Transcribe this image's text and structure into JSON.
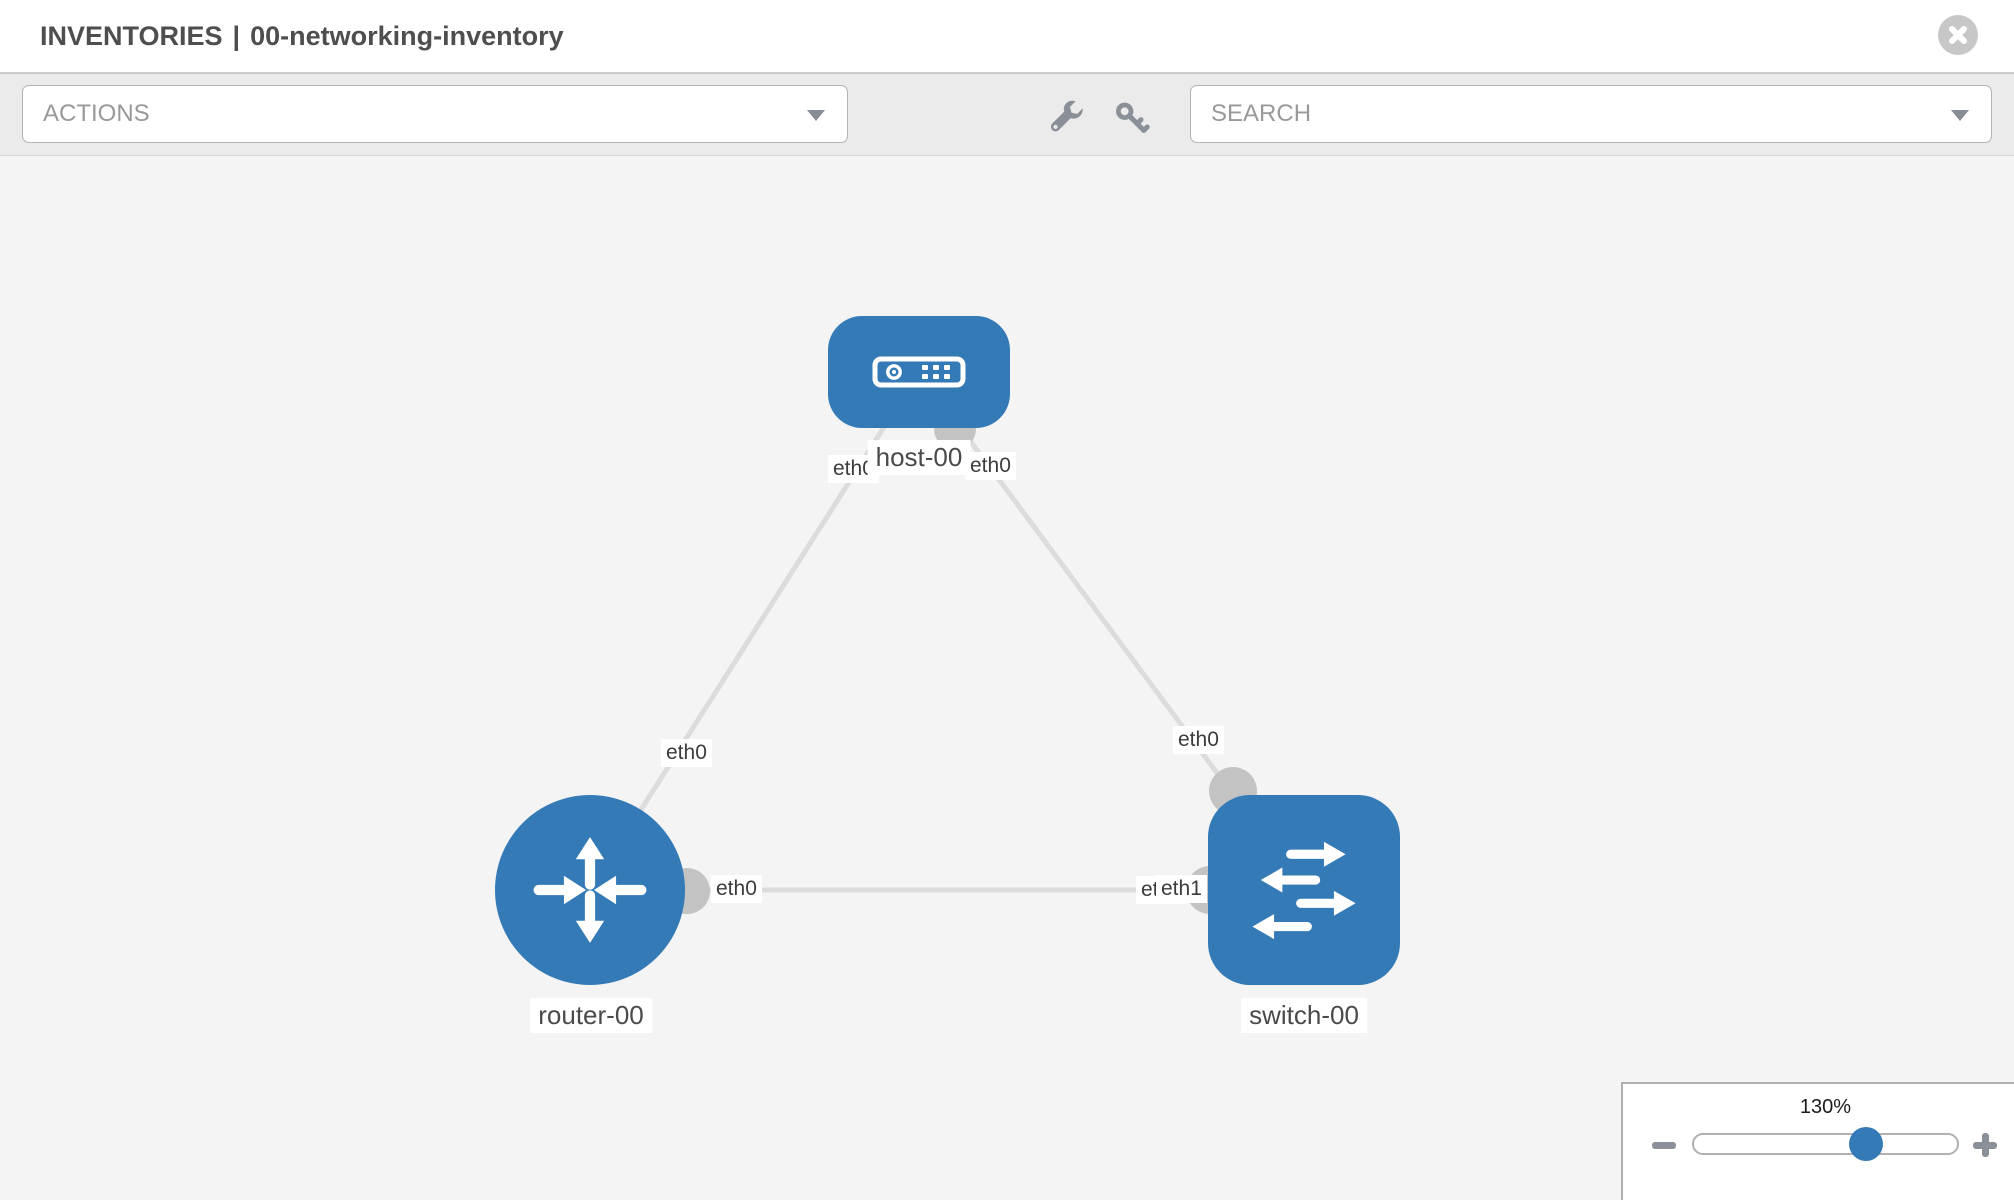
{
  "header": {
    "section": "INVENTORIES",
    "separator": "|",
    "inventory_name": "00-networking-inventory"
  },
  "toolbar": {
    "actions_label": "ACTIONS",
    "search_label": "SEARCH",
    "icons": [
      "wrench-icon",
      "key-icon"
    ]
  },
  "topology": {
    "nodes": {
      "host": {
        "label": "host-00",
        "type": "host"
      },
      "router": {
        "label": "router-00",
        "type": "router"
      },
      "switch": {
        "label": "switch-00",
        "type": "switch"
      }
    },
    "links": [
      {
        "from": "router-00",
        "to": "host-00",
        "from_interface": "eth0",
        "to_interface": "eth0"
      },
      {
        "from": "host-00",
        "to": "switch-00",
        "from_interface": "eth0",
        "to_interface": "eth0"
      },
      {
        "from": "router-00",
        "to": "switch-00",
        "from_interface": "eth0",
        "to_interface": "eth1"
      }
    ],
    "interfaces": {
      "router_host_router_end": "eth0",
      "router_host_host_end": "eth0",
      "host_switch_host_end": "eth0",
      "host_switch_switch_end": "eth0",
      "router_switch_router_end": "eth0",
      "router_switch_switch_end": "eth1",
      "router_switch_switch_end_behind": "eth0"
    }
  },
  "zoom": {
    "level": "130%"
  },
  "colors": {
    "node_blue": "#337ab7",
    "link_gray": "#dcdcdc",
    "connector_gray": "#c3c3c3",
    "toolbar_icon_gray": "#8a8f98"
  }
}
